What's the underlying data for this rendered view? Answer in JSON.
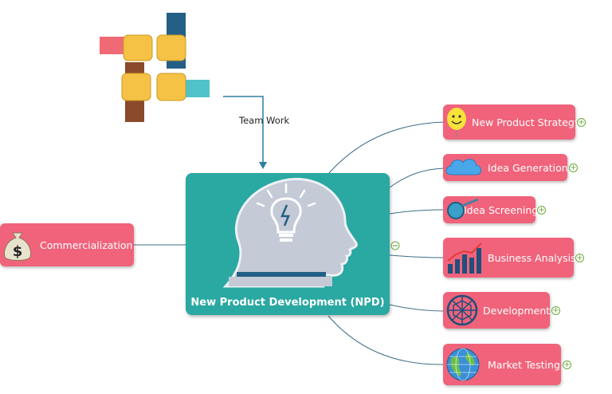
{
  "central": {
    "title": "New Product Development (NPD)",
    "color": "#2aa8a2"
  },
  "team_work": {
    "label": "Team Work"
  },
  "left_node": {
    "label": "Commercialization"
  },
  "branches": [
    {
      "label": "New Product Strategy",
      "icon": "smiley-balloon-icon"
    },
    {
      "label": "Idea Generation",
      "icon": "cloud-icon"
    },
    {
      "label": "Idea Screening",
      "icon": "magnifier-icon"
    },
    {
      "label": "Business Analysis",
      "icon": "bar-chart-icon"
    },
    {
      "label": "Development",
      "icon": "network-sphere-icon"
    },
    {
      "label": "Market Testing",
      "icon": "globe-icon"
    }
  ],
  "colors": {
    "node": "#f0637b",
    "connector": "#3d6f86",
    "expand": "#6cab3c"
  }
}
